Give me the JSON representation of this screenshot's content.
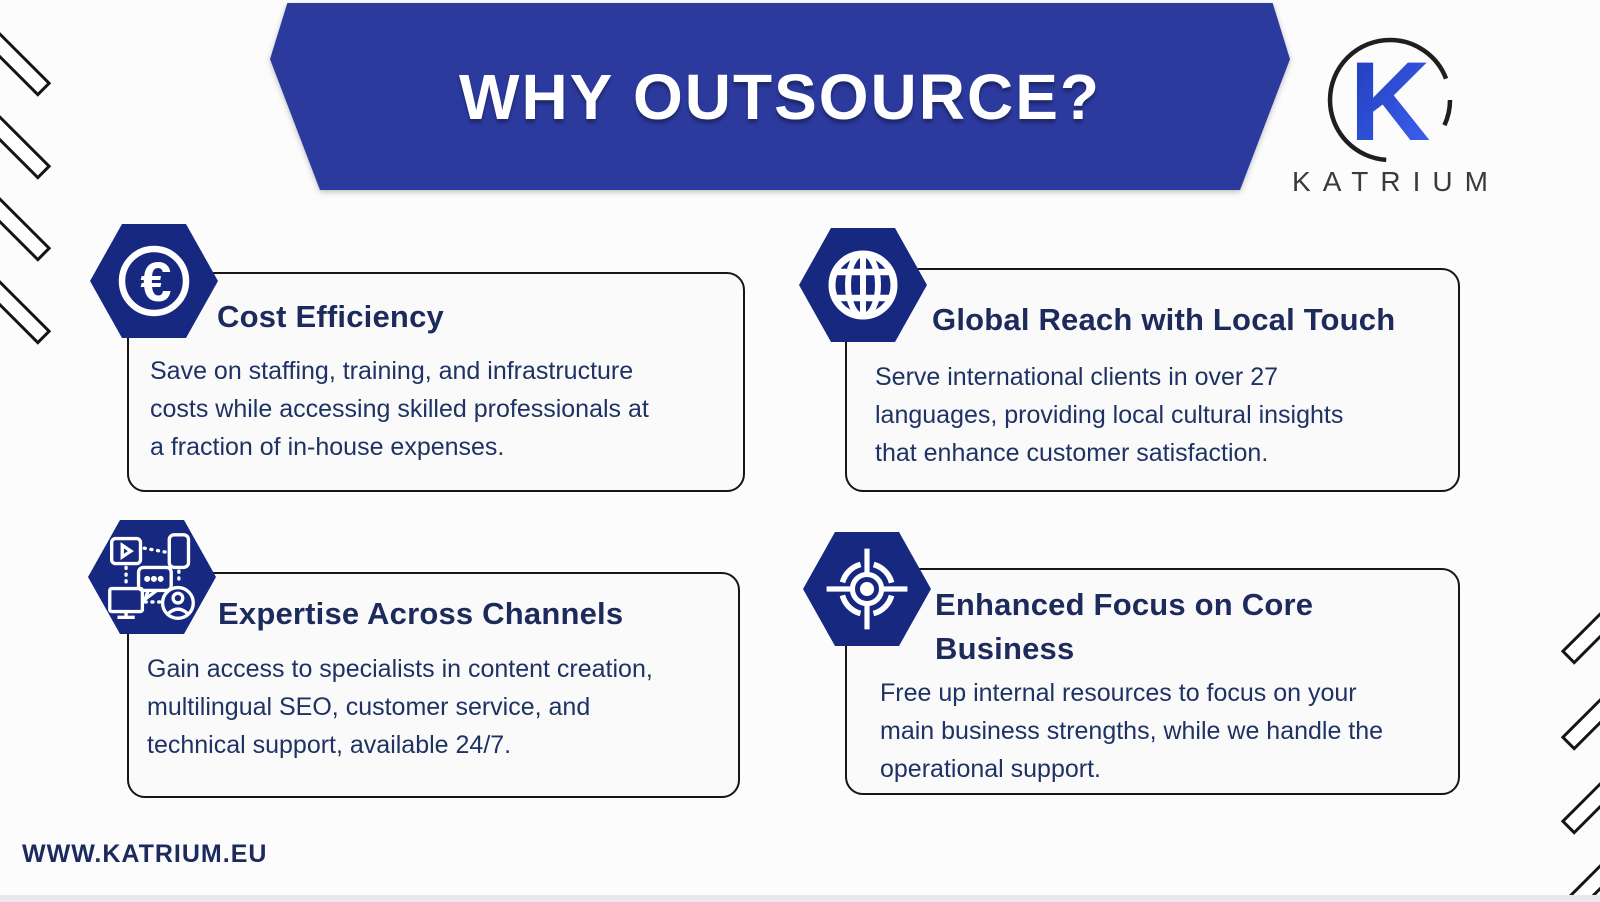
{
  "banner": {
    "title": "WHY OUTSOURCE?"
  },
  "logo": {
    "monogram": "K",
    "brand": "KATRIUM"
  },
  "footer": {
    "website": "WWW.KATRIUM.EU"
  },
  "colors": {
    "banner_blue": "#2c3a9e",
    "hexagon_navy": "#16287f",
    "title_navy": "#1d2a5c",
    "body_navy": "#1e3263",
    "monogram_blue_start": "#1e3bb8",
    "monogram_blue_end": "#3f63f2"
  },
  "icons": {
    "euro_symbol": "€"
  },
  "cards": [
    {
      "icon": "euro-icon",
      "title": "Cost Efficiency",
      "body_lines": [
        "Save on staffing, training, and infrastructure",
        "costs while accessing skilled professionals at",
        "a fraction of in-house expenses."
      ]
    },
    {
      "icon": "globe-icon",
      "title": "Global Reach with Local Touch",
      "body_lines": [
        "Serve international clients in over 27",
        "languages, providing local cultural insights",
        "that enhance customer satisfaction."
      ]
    },
    {
      "icon": "channels-icon",
      "title": "Expertise Across Channels",
      "body_lines": [
        "Gain access to specialists in content creation,",
        "multilingual SEO, customer service, and",
        "technical support, available 24/7."
      ]
    },
    {
      "icon": "target-icon",
      "title_lines": [
        "Enhanced Focus on Core",
        "Business"
      ],
      "body_lines": [
        "Free up internal resources to focus on your",
        "main business strengths, while we handle the",
        "operational support."
      ]
    }
  ]
}
